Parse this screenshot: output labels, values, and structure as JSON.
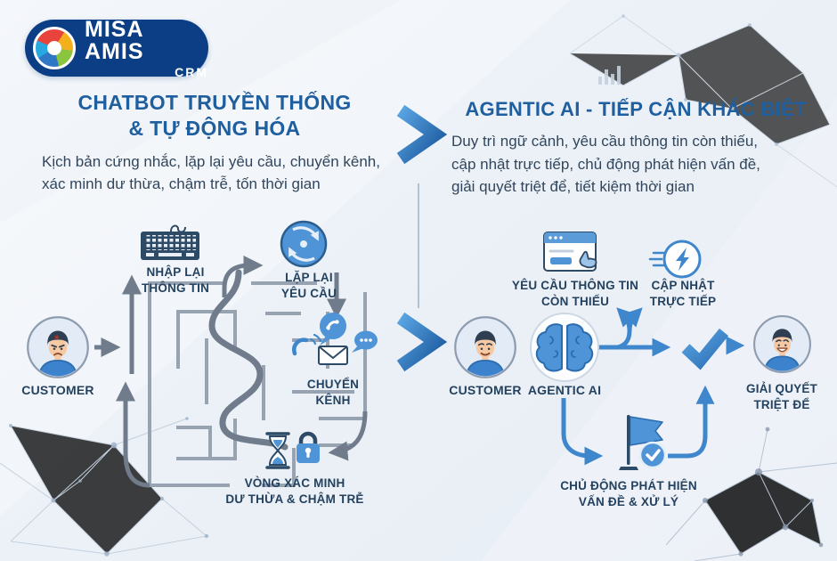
{
  "logo": {
    "brand": "MISA AMIS",
    "product": "CRM"
  },
  "left_panel": {
    "title_line1": "CHATBOT TRUYỀN THỐNG",
    "title_line2": "& TỰ ĐỘNG HÓA",
    "description_line1": "Kịch bản cứng nhắc, lặp lại yêu cầu, chuyển kênh,",
    "description_line2": "xác minh dư thừa, chậm trễ, tốn thời gian",
    "customer_label": "CUSTOMER",
    "step_reenter_info_line1": "NHẬP LẠI",
    "step_reenter_info_line2": "THÔNG TIN",
    "step_repeat_request_line1": "LẶP LẠI",
    "step_repeat_request_line2": "YÊU CẦU",
    "step_switch_channel_line1": "CHUYỂN",
    "step_switch_channel_line2": "KÊNH",
    "step_verification_loop_line1": "VÒNG XÁC MINH",
    "step_verification_loop_line2": "DƯ THỪA & CHẬM TRỄ"
  },
  "right_panel": {
    "title": "AGENTIC AI - TIẾP CẬN KHÁC BIỆT",
    "description_line1": "Duy trì ngữ cảnh, yêu cầu thông tin còn thiếu,",
    "description_line2": "cập nhật trực tiếp, chủ động phát hiện vấn đề,",
    "description_line3": "giải quyết triệt để, tiết kiệm thời gian",
    "customer_label": "CUSTOMER",
    "agent_label": "AGENTIC AI",
    "step_request_missing_line1": "YÊU CẦU THÔNG TIN",
    "step_request_missing_line2": "CÒN THIẾU",
    "step_live_update_line1": "CẬP NHẬT",
    "step_live_update_line2": "TRỰC TIẾP",
    "step_resolve_line1": "GIẢI QUYẾT",
    "step_resolve_line2": "TRIỆT ĐỂ",
    "step_proactive_line1": "CHỦ ĐỘNG PHÁT HIỆN",
    "step_proactive_line2": "VẤN ĐỀ & XỬ LÝ"
  },
  "colors": {
    "heading_blue": "#1f5f9f",
    "body_text": "#31465c",
    "label_text": "#24425f",
    "accent_blue": "#3f87cd",
    "icon_navy": "#2d4a66",
    "maze_gray": "#98a3b2",
    "background": "#ecf1f7",
    "logo_navy": "#0c3e85"
  },
  "icons": [
    "keyboard-icon",
    "refresh-disc-icon",
    "phone-bubble-icon",
    "phone-handset-icon",
    "envelope-icon",
    "chat-dots-icon",
    "hourglass-icon",
    "lock-icon",
    "browser-form-icon",
    "pointer-hand-icon",
    "lightning-icon",
    "brain-icon",
    "flag-icon",
    "check-circle-icon",
    "big-checkmark-icon",
    "chevron-right-icon",
    "customer-avatar",
    "network-decoration",
    "bar-chart-decoration"
  ]
}
